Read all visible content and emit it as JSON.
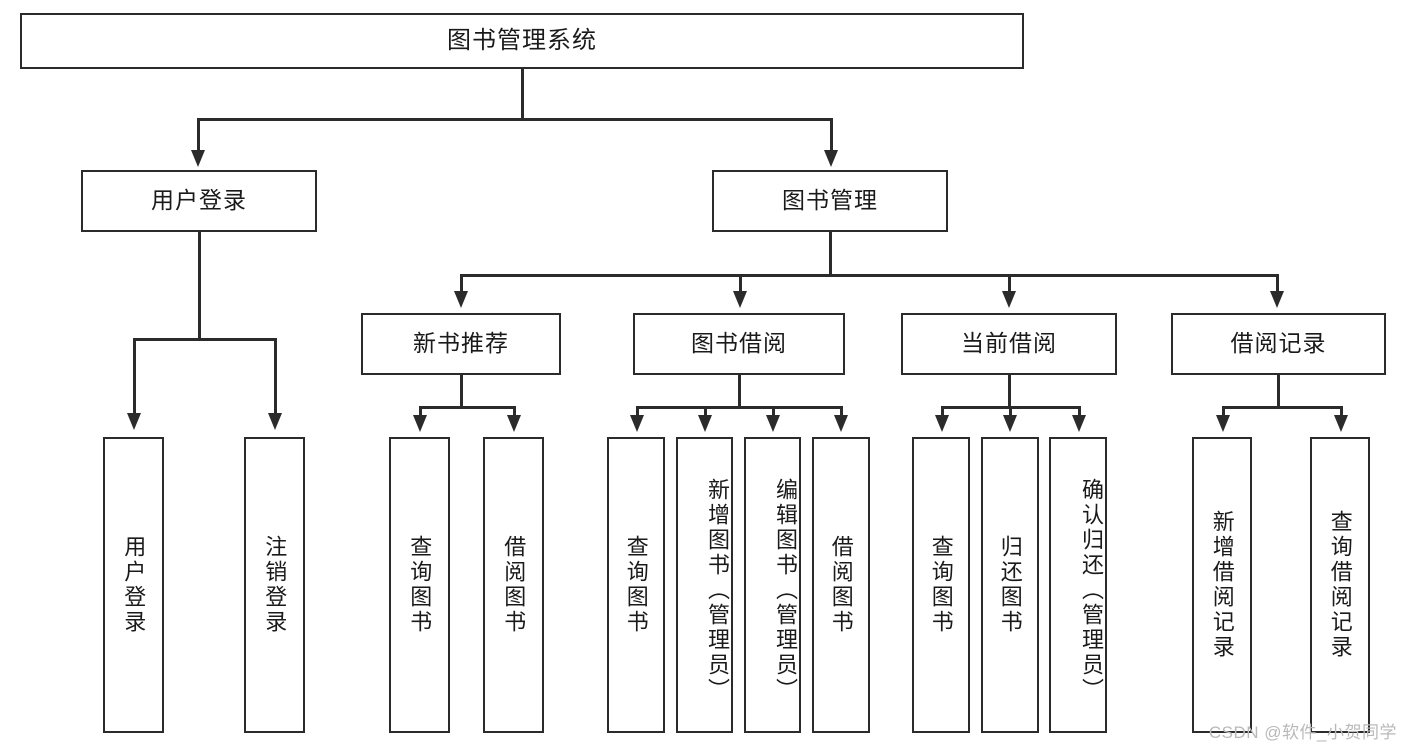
{
  "diagram": {
    "title": "图书管理系统",
    "type": "hierarchy-tree",
    "watermark": "CSDN @软件_小贺同学",
    "colors": {
      "stroke": "#2b2b2b",
      "fill": "#ffffff",
      "text": "#1a1a1a",
      "watermark": "#b9b9b9"
    },
    "root": {
      "label": "图书管理系统"
    },
    "level2": [
      {
        "label": "用户登录"
      },
      {
        "label": "图书管理"
      }
    ],
    "level3": [
      {
        "label": "新书推荐"
      },
      {
        "label": "图书借阅"
      },
      {
        "label": "当前借阅"
      },
      {
        "label": "借阅记录"
      }
    ],
    "leaves": {
      "user_login": [
        {
          "label": "用户登录"
        },
        {
          "label": "注销登录"
        }
      ],
      "new_book": [
        {
          "label": "查询图书"
        },
        {
          "label": "借阅图书"
        }
      ],
      "book_borrow": [
        {
          "label": "查询图书"
        },
        {
          "label": "新增图书（管理员）"
        },
        {
          "label": "编辑图书（管理员）"
        },
        {
          "label": "借阅图书"
        }
      ],
      "current_borrow": [
        {
          "label": "查询图书"
        },
        {
          "label": "归还图书"
        },
        {
          "label": "确认归还（管理员）"
        }
      ],
      "borrow_record": [
        {
          "label": "新增借阅记录"
        },
        {
          "label": "查询借阅记录"
        }
      ]
    }
  }
}
